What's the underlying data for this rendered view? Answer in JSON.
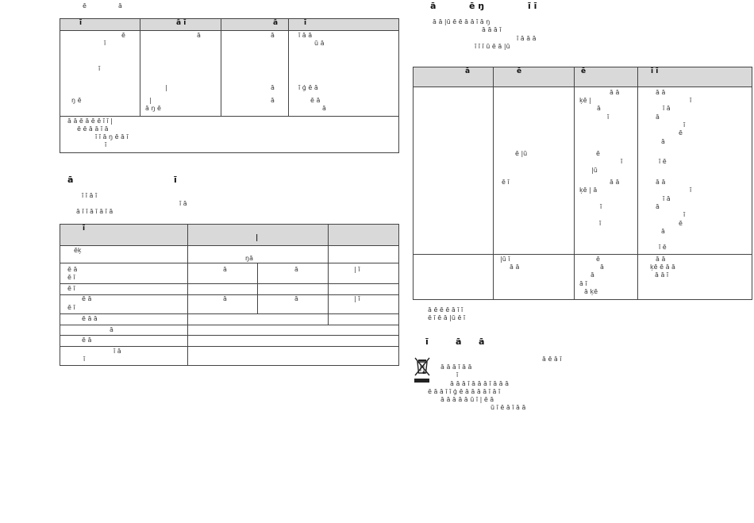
{
  "left_top": {
    "caption_1": "ē",
    "caption_2": "ā",
    "header": [
      "ī",
      "ā  ī",
      "ā",
      "ī"
    ],
    "row1": {
      "c1": [
        "ē",
        "ī",
        "ī"
      ],
      "c2": [
        "ā",
        "|",
        "|",
        "ā     ŋ     ē"
      ],
      "c3": [
        "ā",
        "ā",
        "ā"
      ],
      "c4": [
        "ī      ā        ā",
        "ū      ā",
        "ī      ģ    ē    ā",
        "ē              ā",
        "ā"
      ]
    },
    "note": [
      "ā                   ā                         ē                  ā   ē               ē ī              ī               |",
      "ē           ē          ā                                             ā                                                ī      ā",
      "ī            ī      ā     ŋ                 ē                      ā                 ī",
      "ī"
    ],
    "c1_extra": [
      "ŋ              ē"
    ]
  },
  "left_mid": {
    "title_1": "ā",
    "title_2": "ī",
    "para": [
      "ī                              ī                            ā               ī",
      "ī                           ā",
      "ā           ī   ī               ā                ī                                  ā    ī        ā"
    ]
  },
  "left_table": {
    "header": [
      "ī",
      "|"
    ],
    "rows": [
      {
        "c1": "ēķ",
        "c2": "ŋā"
      },
      {
        "c1": "ē    ā",
        "c1b": "ē        ī",
        "c2": "ā",
        "c3": "ā",
        "c4": "|           ī"
      },
      {
        "c1": "ē ī"
      },
      {
        "c1": "ē             ā",
        "c1b": "ē        ī",
        "c2": "ā",
        "c3": "ā",
        "c4": "|           ī"
      },
      {
        "c1": "ē             ā                        ā"
      },
      {
        "c1": "ā"
      },
      {
        "c1": "ē             ā"
      },
      {
        "c1": "ī      ā",
        "c1b": "ī"
      }
    ]
  },
  "right_top": {
    "title": [
      "ā",
      "ē  ŋ",
      "ī    ī"
    ],
    "para": [
      "ā                         ā                 |ū   ē                ē              ā                  ā  ī ā            ŋ",
      "ā                          ā                     ā              ī",
      "ī                                 ā                                                  ā ā",
      "ī          ī     ī               ū                ē                  ā                |ū"
    ]
  },
  "right_table": {
    "header": [
      "ā",
      "ē",
      "ē",
      "ī    ī"
    ],
    "c3": [
      "ā ā",
      "ķē    |",
      "ā",
      "ī",
      "ē",
      "ī",
      "|ū",
      "ā ā",
      "ķē    |              ā",
      "ī",
      "ī"
    ],
    "c4": [
      "ā                            ā",
      "ī",
      "ī                ā",
      "ā",
      "ī",
      "ē",
      "ā",
      "ī               ē",
      "ā                            ā",
      "ī",
      "ī              ā",
      "ā",
      "ī",
      "ē",
      "ā",
      "ī               ē"
    ],
    "c2": [
      "ē          |ū",
      "ē ī"
    ],
    "row2": {
      "c2": [
        "|ū        ī",
        "ā ā"
      ],
      "c3": [
        "ē",
        "ā",
        "ā",
        "ā    ī",
        "ā     ķē"
      ],
      "c4": [
        "ā                      ā",
        "ķē  ē        ā    ā",
        "ā ā                        ī"
      ]
    }
  },
  "right_note": [
    "ā               ē                   ē             ē                                                       ā              ī    ī",
    "ē                ī  ē             ā      |ū                          ē             ī"
  ],
  "disposal": {
    "title": [
      "ī",
      "ā",
      "ā"
    ],
    "lines": [
      "ā            ē  ā                                                                                  ī",
      "ā     ā                 ā                  ī  ā                         ā",
      "ī",
      "ā     ā         ā                  ī  ā                 ā  ā      ī                  ā                   ā        ā",
      "ē          ā   ā   ī      ī          ģ       ē       ā        ā      ā        ā               ī  ā                               ī",
      "ā       ā          ā   ā           ā                     ū  ī               |       ē                ā",
      "ū       ī              ē                              ā                          ī          ā       ā"
    ]
  },
  "icons": {
    "bin": "crossed-out-wheelie-bin-icon"
  }
}
